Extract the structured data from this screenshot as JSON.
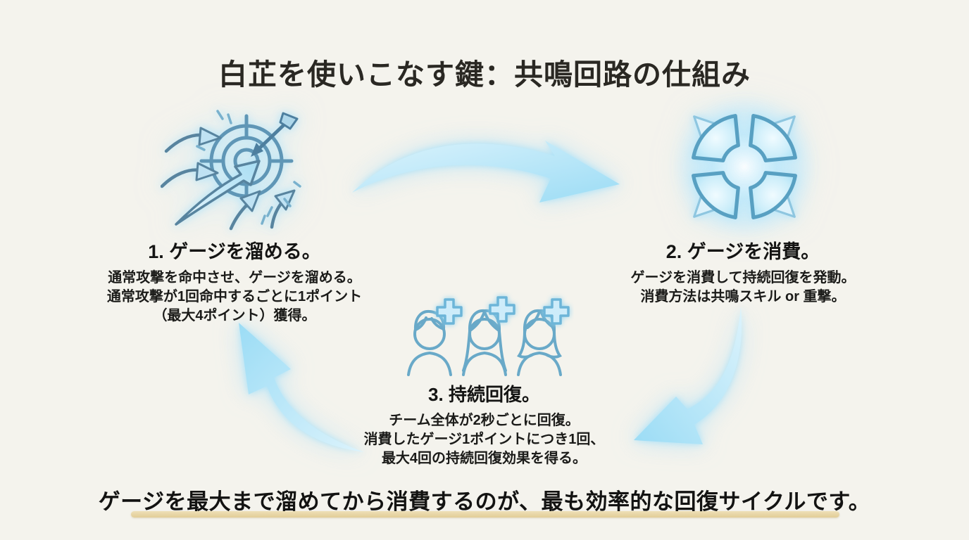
{
  "title": "白芷を使いこなす鍵：共鳴回路の仕組み",
  "steps": [
    {
      "icon": "arrows-hit-target-icon",
      "heading": "1. ゲージを溜める。",
      "lines": [
        "通常攻撃を命中させ、ゲージを溜める。",
        "通常攻撃が1回命中するごとに1ポイント",
        "（最大4ポイント）獲得。"
      ]
    },
    {
      "icon": "resonance-circuit-gauge-icon",
      "heading": "2. ゲージを消費。",
      "lines": [
        "ゲージを消費して持続回復を発動。",
        "消費方法は共鳴スキル or 重撃。"
      ]
    },
    {
      "icon": "team-heal-icon",
      "heading": "3. 持続回復。",
      "lines": [
        "チーム全体が2秒ごとに回復。",
        "消費したゲージ1ポイントにつき1回、",
        "最大4回の持続回復効果を得る。"
      ]
    }
  ],
  "footer": {
    "text": "ゲージを最大まで溜めてから消費するのが、最も効率的な回復サイクルです。"
  },
  "flow": [
    {
      "from": "step-1",
      "to": "step-2"
    },
    {
      "from": "step-2",
      "to": "step-3"
    },
    {
      "from": "step-3",
      "to": "step-1"
    }
  ],
  "colors": {
    "background": "#f4f3ed",
    "title_text": "#2a2823",
    "body_text": "#1b1b19",
    "arrow_blue_light": "#d7f1fb",
    "arrow_blue": "#9bdcf5",
    "icon_stroke_blue": "#5f96b6",
    "footer_underline": "#e6d3a2"
  }
}
